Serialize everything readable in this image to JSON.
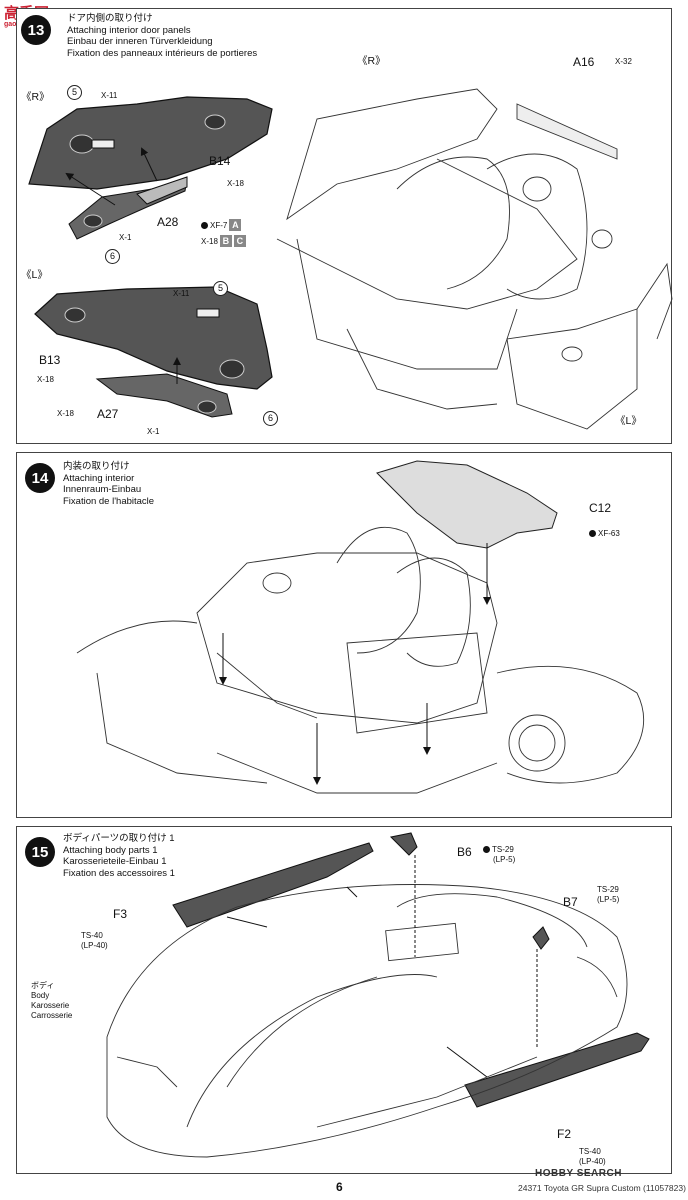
{
  "logo": {
    "text": "高手网",
    "sub": "gao-shou.com"
  },
  "steps": [
    {
      "number": "13",
      "titles": [
        "ドア内側の取り付け",
        "Attaching interior door panels",
        "Einbau der inneren Türverkleidung",
        "Fixation des panneaux intérieurs de portieres"
      ],
      "labels": {
        "r_side": "《R》",
        "l_side": "《L》",
        "r_main": "《R》",
        "l_main": "《L》",
        "b14": "B14",
        "b13": "B13",
        "a28": "A28",
        "a27": "A27",
        "a16": "A16",
        "x11_r": "X-11",
        "x11_l": "X-11",
        "x18_b14": "X-18",
        "x18_b13": "X-18",
        "x1_r": "X-1",
        "x1_l": "X-1",
        "xf7": "XF-7",
        "x18_a28": "X-18",
        "x18_a27": "X-18",
        "x32": "X-32",
        "badge_a": "A",
        "badge_b": "B",
        "badge_c": "C",
        "num5_r": "5",
        "num6_r": "6",
        "num5_l": "5",
        "num6_l": "6"
      }
    },
    {
      "number": "14",
      "titles": [
        "内装の取り付け",
        "Attaching interior",
        "Innenraum-Einbau",
        "Fixation de l'habitacle"
      ],
      "labels": {
        "c12": "C12",
        "xf63": "XF-63"
      }
    },
    {
      "number": "15",
      "titles": [
        "ボディパーツの取り付け 1",
        "Attaching body parts 1",
        "Karosserieteile-Einbau 1",
        "Fixation des accessoires 1"
      ],
      "labels": {
        "f3": "F3",
        "f2": "F2",
        "b6": "B6",
        "b7": "B7",
        "ts29_b6": "TS-29",
        "lp5_b6": "(LP-5)",
        "ts29_b7": "TS-29",
        "lp5_b7": "(LP-5)",
        "ts40_f3": "TS-40",
        "lp40_f3": "(LP-40)",
        "ts40_f2": "TS-40",
        "lp40_f2": "(LP-40)",
        "body_ja": "ボディ",
        "body_en": "Body",
        "body_de": "Karosserie",
        "body_fr": "Carrosserie"
      }
    }
  ],
  "footer": {
    "page": "6",
    "code": "24371  Toyota GR Supra Custom (11057823)",
    "watermark": "HOBBY SEARCH"
  },
  "colors": {
    "part_fill": "#555555",
    "accent_badge": "#888888",
    "logo": "#cc2233"
  }
}
